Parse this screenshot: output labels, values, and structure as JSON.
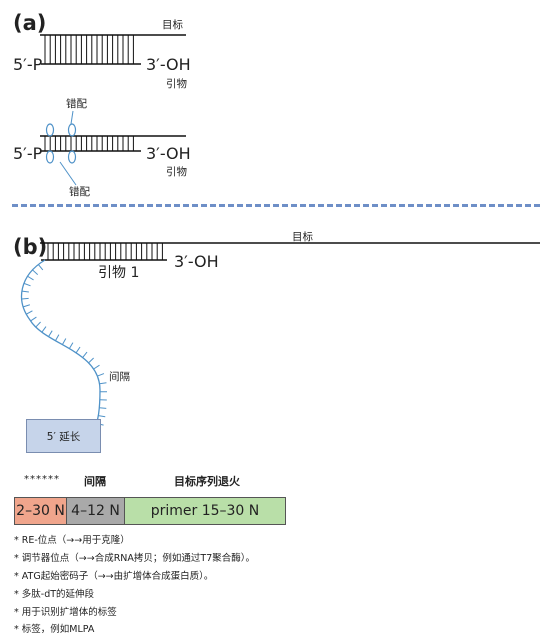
{
  "panel_a": {
    "label": "(a)",
    "target_label": "目标",
    "five_prime": "5′-P",
    "three_prime": "3′-OH",
    "primer_label": "引物",
    "mismatch_top": "错配",
    "mismatch_bottom": "错配",
    "five_prime_2": "5′-P",
    "three_prime_2": "3′-OH",
    "primer_label_2": "引物"
  },
  "panel_b": {
    "label": "(b)",
    "target_label": "目标",
    "primer_1": "引物 1",
    "three_prime": "3′-OH",
    "spacer_label": "间隔",
    "extension_box": "5′ 延长"
  },
  "primer_design": {
    "stars": "******",
    "spacer_header": "间隔",
    "target_header": "目标序列退火",
    "segments": [
      {
        "label": "2–30 N",
        "color": "#f0a58c"
      },
      {
        "label": "4–12 N",
        "color": "#a9a9a9"
      },
      {
        "label": "primer 15–30 N",
        "color": "#b9dfa8"
      }
    ]
  },
  "notes": [
    "* RE-位点（→→用于克隆）",
    "* 调节器位点（→→合成RNA拷贝；例如通过T7聚合酶）。",
    "* ATG起始密码子（→→由扩增体合成蛋白质）。",
    "* 多肽-dT的延伸段",
    "* 用于识别扩增体的标签",
    "* 标签，例如MLPA"
  ],
  "colors": {
    "divider": "#6e8fc7",
    "extension_fill": "#c6d4ea",
    "loop": "#4f92c8"
  }
}
